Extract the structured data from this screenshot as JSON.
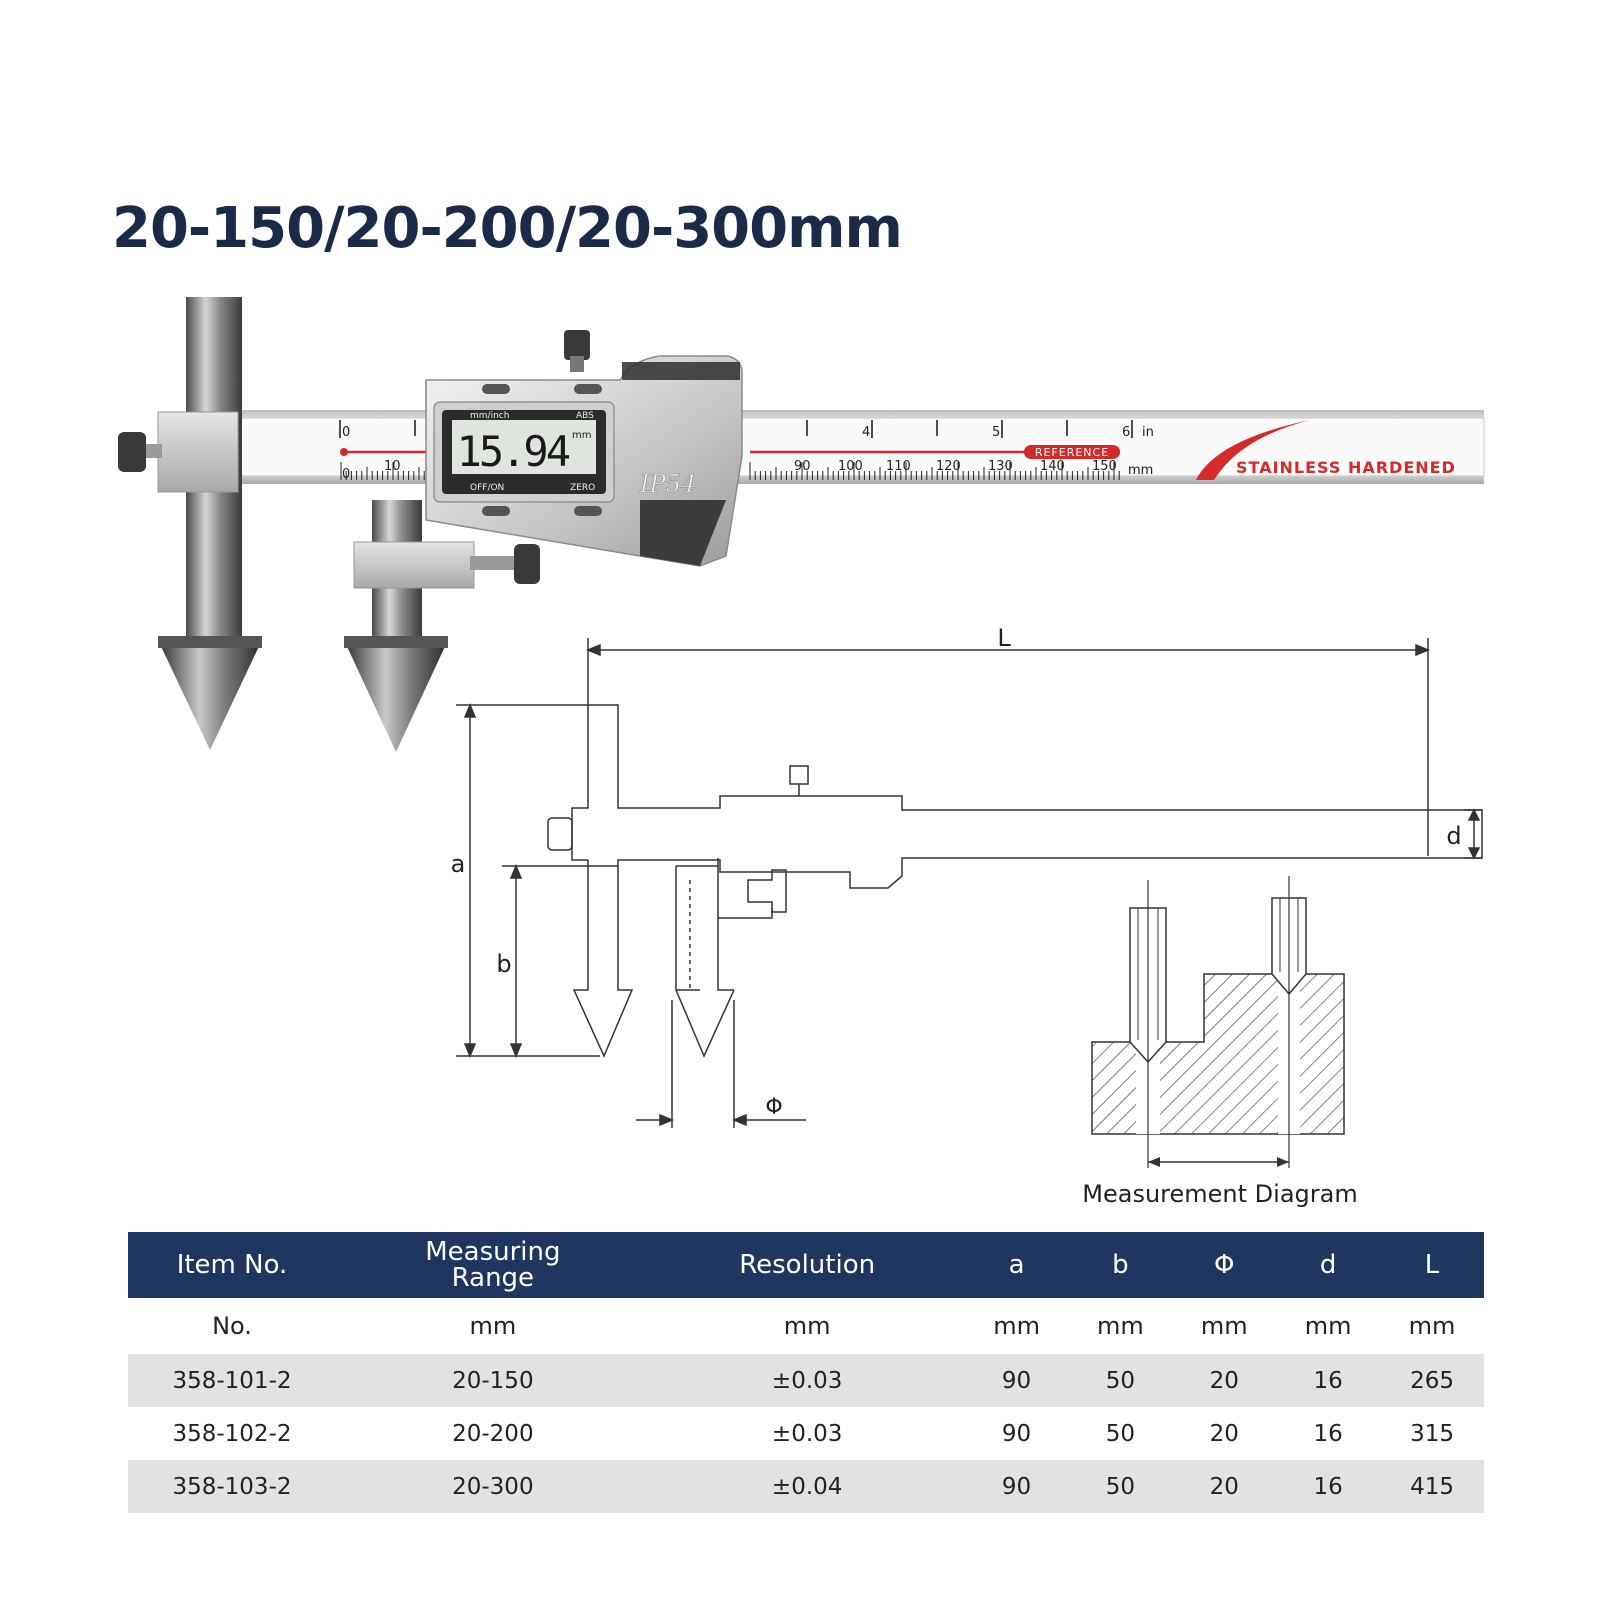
{
  "title": "20-150/20-200/20-300mm",
  "caliper": {
    "lcd_value": "15.94",
    "lcd_unit": "mm",
    "lcd_top_left": "mm/inch",
    "lcd_top_right": "ABS",
    "lcd_bottom_left": "OFF/ON",
    "lcd_bottom_right": "ZERO",
    "rating": "IP54",
    "reference": "REFERENCE",
    "brand_line": "STAINLESS HARDENED",
    "inch_label": "in",
    "mm_label": "mm",
    "inch_ticks": [
      "0",
      "4",
      "5",
      "6"
    ],
    "mm_ticks": [
      "0",
      "10",
      "90",
      "100",
      "110",
      "120",
      "130",
      "140",
      "150"
    ]
  },
  "diagram": {
    "label_L": "L",
    "label_a": "a",
    "label_b": "b",
    "label_d": "d",
    "label_phi": "Φ",
    "measurement_caption": "Measurement Diagram"
  },
  "table": {
    "headers": [
      "Item No.",
      "Measuring\nRange",
      "Resolution",
      "a",
      "b",
      "Φ",
      "d",
      "L"
    ],
    "units": [
      "No.",
      "mm",
      "mm",
      "mm",
      "mm",
      "mm",
      "mm",
      "mm"
    ],
    "rows": [
      [
        "358-101-2",
        "20-150",
        "±0.03",
        "90",
        "50",
        "20",
        "16",
        "265"
      ],
      [
        "358-102-2",
        "20-200",
        "±0.03",
        "90",
        "50",
        "20",
        "16",
        "315"
      ],
      [
        "358-103-2",
        "20-300",
        "±0.04",
        "90",
        "50",
        "20",
        "16",
        "415"
      ]
    ]
  },
  "colors": {
    "title": "#1b2a48",
    "table_header": "#1f3660",
    "accent_red": "#d42a2a",
    "row_shade": "#e2e2e2"
  }
}
